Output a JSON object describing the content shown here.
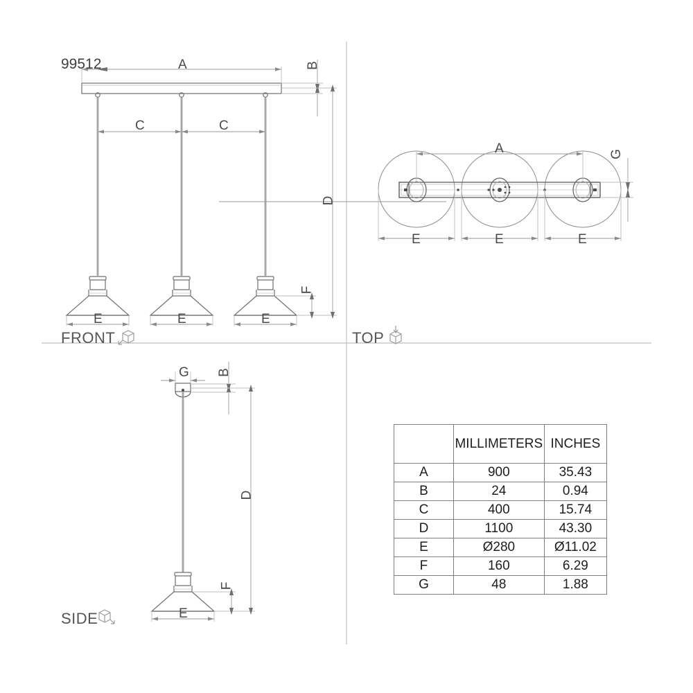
{
  "drawing": {
    "product_code": "99512",
    "views": [
      {
        "id": "front",
        "label": "FRONT",
        "icon": "cube-front-icon"
      },
      {
        "id": "top",
        "label": "TOP",
        "icon": "cube-top-icon"
      },
      {
        "id": "side",
        "label": "SIDE",
        "icon": "cube-side-icon"
      }
    ],
    "dimension_letters": {
      "A": "A",
      "B": "B",
      "C": "C",
      "D": "D",
      "E": "E",
      "F": "F",
      "G": "G"
    },
    "front_view": {
      "span_label": "A",
      "plate_thickness_label": "B",
      "spacing_labels": [
        "C",
        "C"
      ],
      "drop_label": "D",
      "shade_height_label": "F",
      "shade_width_labels": [
        "E",
        "E",
        "E"
      ]
    },
    "top_view": {
      "span_label": "A",
      "bar_width_label": "G",
      "shade_diameter_labels": [
        "E",
        "E",
        "E"
      ]
    },
    "side_view": {
      "bar_width_label": "G",
      "plate_thickness_label": "B",
      "drop_label": "D",
      "shade_height_label": "F",
      "shade_width_label": "E"
    }
  },
  "spec_table": {
    "headers": [
      "",
      "MILLIMETERS",
      "INCHES"
    ],
    "rows": [
      {
        "key": "A",
        "mm": "900",
        "in": "35.43"
      },
      {
        "key": "B",
        "mm": "24",
        "in": "0.94"
      },
      {
        "key": "C",
        "mm": "400",
        "in": "15.74"
      },
      {
        "key": "D",
        "mm": "1100",
        "in": "43.30"
      },
      {
        "key": "E",
        "mm": "Ø280",
        "in": "Ø11.02"
      },
      {
        "key": "F",
        "mm": "160",
        "in": "6.29"
      },
      {
        "key": "G",
        "mm": "48",
        "in": "1.88"
      }
    ]
  },
  "colors": {
    "line": "#8a8a8a",
    "dim_line": "#9a9a9a",
    "text": "#3f3f3f",
    "table_border": "#7d7d7d",
    "background": "#ffffff"
  }
}
